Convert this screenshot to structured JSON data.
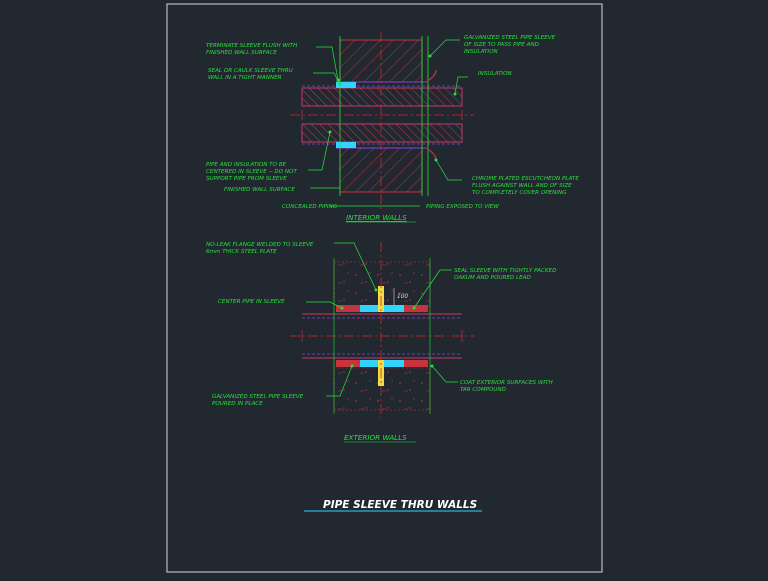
{
  "colors": {
    "background": "#212830",
    "frame": "#d8d8d8",
    "label": "#27e23a",
    "leader": "#27e23a",
    "wall_hatch": "#c8343e",
    "centerline": "#d92430",
    "pipe": "#c63a66",
    "sleeve": "#2fd4ff",
    "insulation": "#8a42d8",
    "elevation": "#f0dc42",
    "title_text": "#ffffff",
    "title_rule": "#2fd4ff"
  },
  "interior": {
    "title": "INTERIOR WALLS",
    "concealed": "CONCEALED PIPING",
    "exposed": "PIPING EXPOSED TO VIEW",
    "labels": {
      "terminate_1": "TERMINATE SLEEVE FLUSH WITH",
      "terminate_2": "FINISHED WALL SURFACE",
      "seal_1": "SEAL OR CAULK SLEEVE THRU",
      "seal_2": "WALL IN A TIGHT MANNER",
      "pipe_ins_1": "PIPE AND INSULATION TO BE",
      "pipe_ins_2": "CENTERED IN SLEEVE -- DO NOT",
      "pipe_ins_3": "SUPPORT PIPE FROM SLEEVE",
      "finished_wall": "FINISHED WALL SURFACE",
      "galv_1": "GALVANIZED STEEL PIPE SLEEVE",
      "galv_2": "OF SIZE TO PASS PIPE AND",
      "galv_3": "INSULATION",
      "insulation": "INSULATION",
      "chrome_1": "CHROME PLATED ESCUTCHEON PLATE",
      "chrome_2": "FLUSH AGAINST WALL AND OF SIZE",
      "chrome_3": "TO COMPLETELY COVER OPENING"
    }
  },
  "exterior": {
    "title": "EXTERIOR WALLS",
    "dimension": "100",
    "labels": {
      "noleak_1": "NO-LEAK FLANGE WELDED TO SLEEVE",
      "noleak_2": "6mm THICK STEEL PLATE",
      "center_pipe": "CENTER PIPE IN SLEEVE",
      "galv_1": "GALVANIZED STEEL PIPE SLEEVE",
      "galv_2": "POURED IN PLACE",
      "seal_1": "SEAL SLEEVE WITH TIGHTLY PACKED",
      "seal_2": "OAKUM AND POURED LEAD",
      "coat_1": "COAT EXTERIOR SURFACES WITH",
      "coat_2": "TAR COMPOUND"
    }
  },
  "sheet": {
    "title": "PIPE SLEEVE THRU WALLS"
  }
}
